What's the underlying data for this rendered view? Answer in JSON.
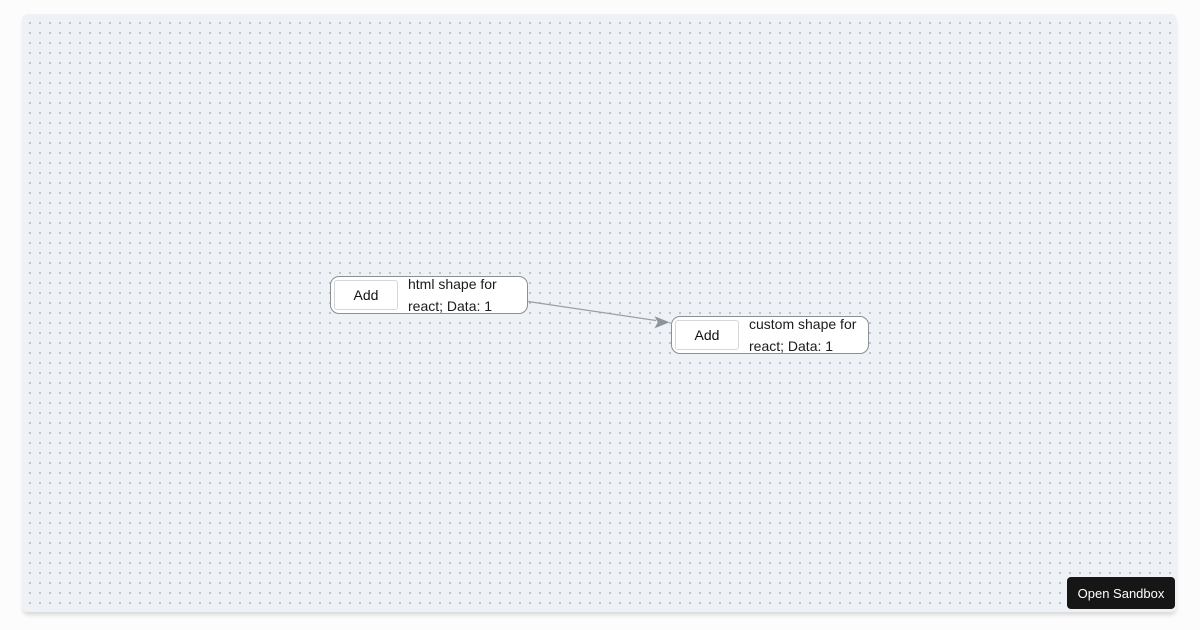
{
  "canvas": {
    "background_color": "#eef2f6",
    "dot_color": "#b4bcc6"
  },
  "nodes": [
    {
      "id": "node-html",
      "button_label": "Add",
      "label_line1": "html shape for",
      "label_line2": "react; Data: 1"
    },
    {
      "id": "node-custom",
      "button_label": "Add",
      "label_line1": "custom shape for",
      "label_line2": "react; Data: 1"
    }
  ],
  "edge": {
    "line_color": "#97a0a8",
    "arrow_color": "#8c949c"
  },
  "open_sandbox": {
    "label": "Open Sandbox",
    "background_color": "#161616",
    "text_color": "#ffffff"
  }
}
